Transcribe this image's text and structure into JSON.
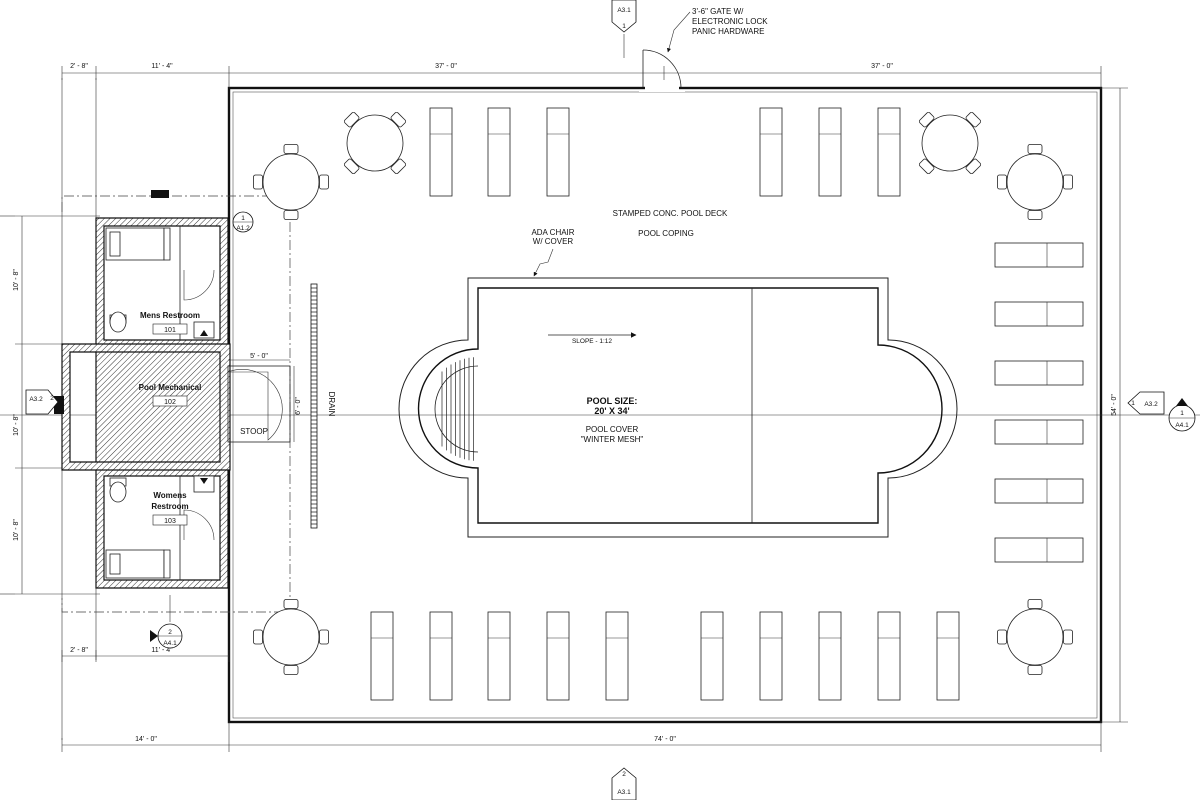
{
  "notes": {
    "gate": [
      "3'-6\" GATE W/",
      "ELECTRONIC LOCK",
      "PANIC HARDWARE"
    ],
    "deck": "STAMPED CONC. POOL DECK",
    "coping": "POOL COPING",
    "ada": [
      "ADA CHAIR",
      "W/ COVER"
    ],
    "drain": "DRAIN",
    "stoop": "STOOP",
    "slope": "SLOPE - 1:12",
    "pool_size": [
      "POOL SIZE:",
      "20' X 34'"
    ],
    "pool_cover": [
      "POOL COVER",
      "\"WINTER MESH\""
    ]
  },
  "rooms": {
    "mens": {
      "name": "Mens Restroom",
      "number": "101"
    },
    "mech": {
      "name": "Pool Mechanical",
      "number": "102"
    },
    "womens": {
      "name": [
        "Womens",
        "Restroom"
      ],
      "number": "103"
    }
  },
  "dimensions": {
    "top_left": "2' - 8\"",
    "top_mid": "11' - 4\"",
    "top_a": "37' - 0\"",
    "top_b": "37' - 0\"",
    "bot_left": "2' - 8\"",
    "bot_mid": "11' - 4\"",
    "bot_a": "14' - 0\"",
    "bot_b": "74' - 0\"",
    "left_1": "10' - 8\"",
    "left_2": "10' - 8\"",
    "left_3": "10' - 8\"",
    "right": "54' - 0\"",
    "stoop_w": "5' - 0\"",
    "stoop_h": "6' - 0\""
  },
  "markers": {
    "top": {
      "num": "1",
      "sheet": "A3.1"
    },
    "bottom": {
      "num": "2",
      "sheet": "A3.1"
    },
    "left": {
      "num": "2",
      "sheet": "A3.2"
    },
    "right": {
      "num": "1",
      "sheet": "A3.2"
    },
    "right_elev": {
      "num": "1",
      "sheet": "A4.1"
    },
    "bottom_elev": {
      "num": "2",
      "sheet": "A4.1"
    },
    "detail": {
      "num": "1",
      "sheet": "A1.2"
    }
  }
}
